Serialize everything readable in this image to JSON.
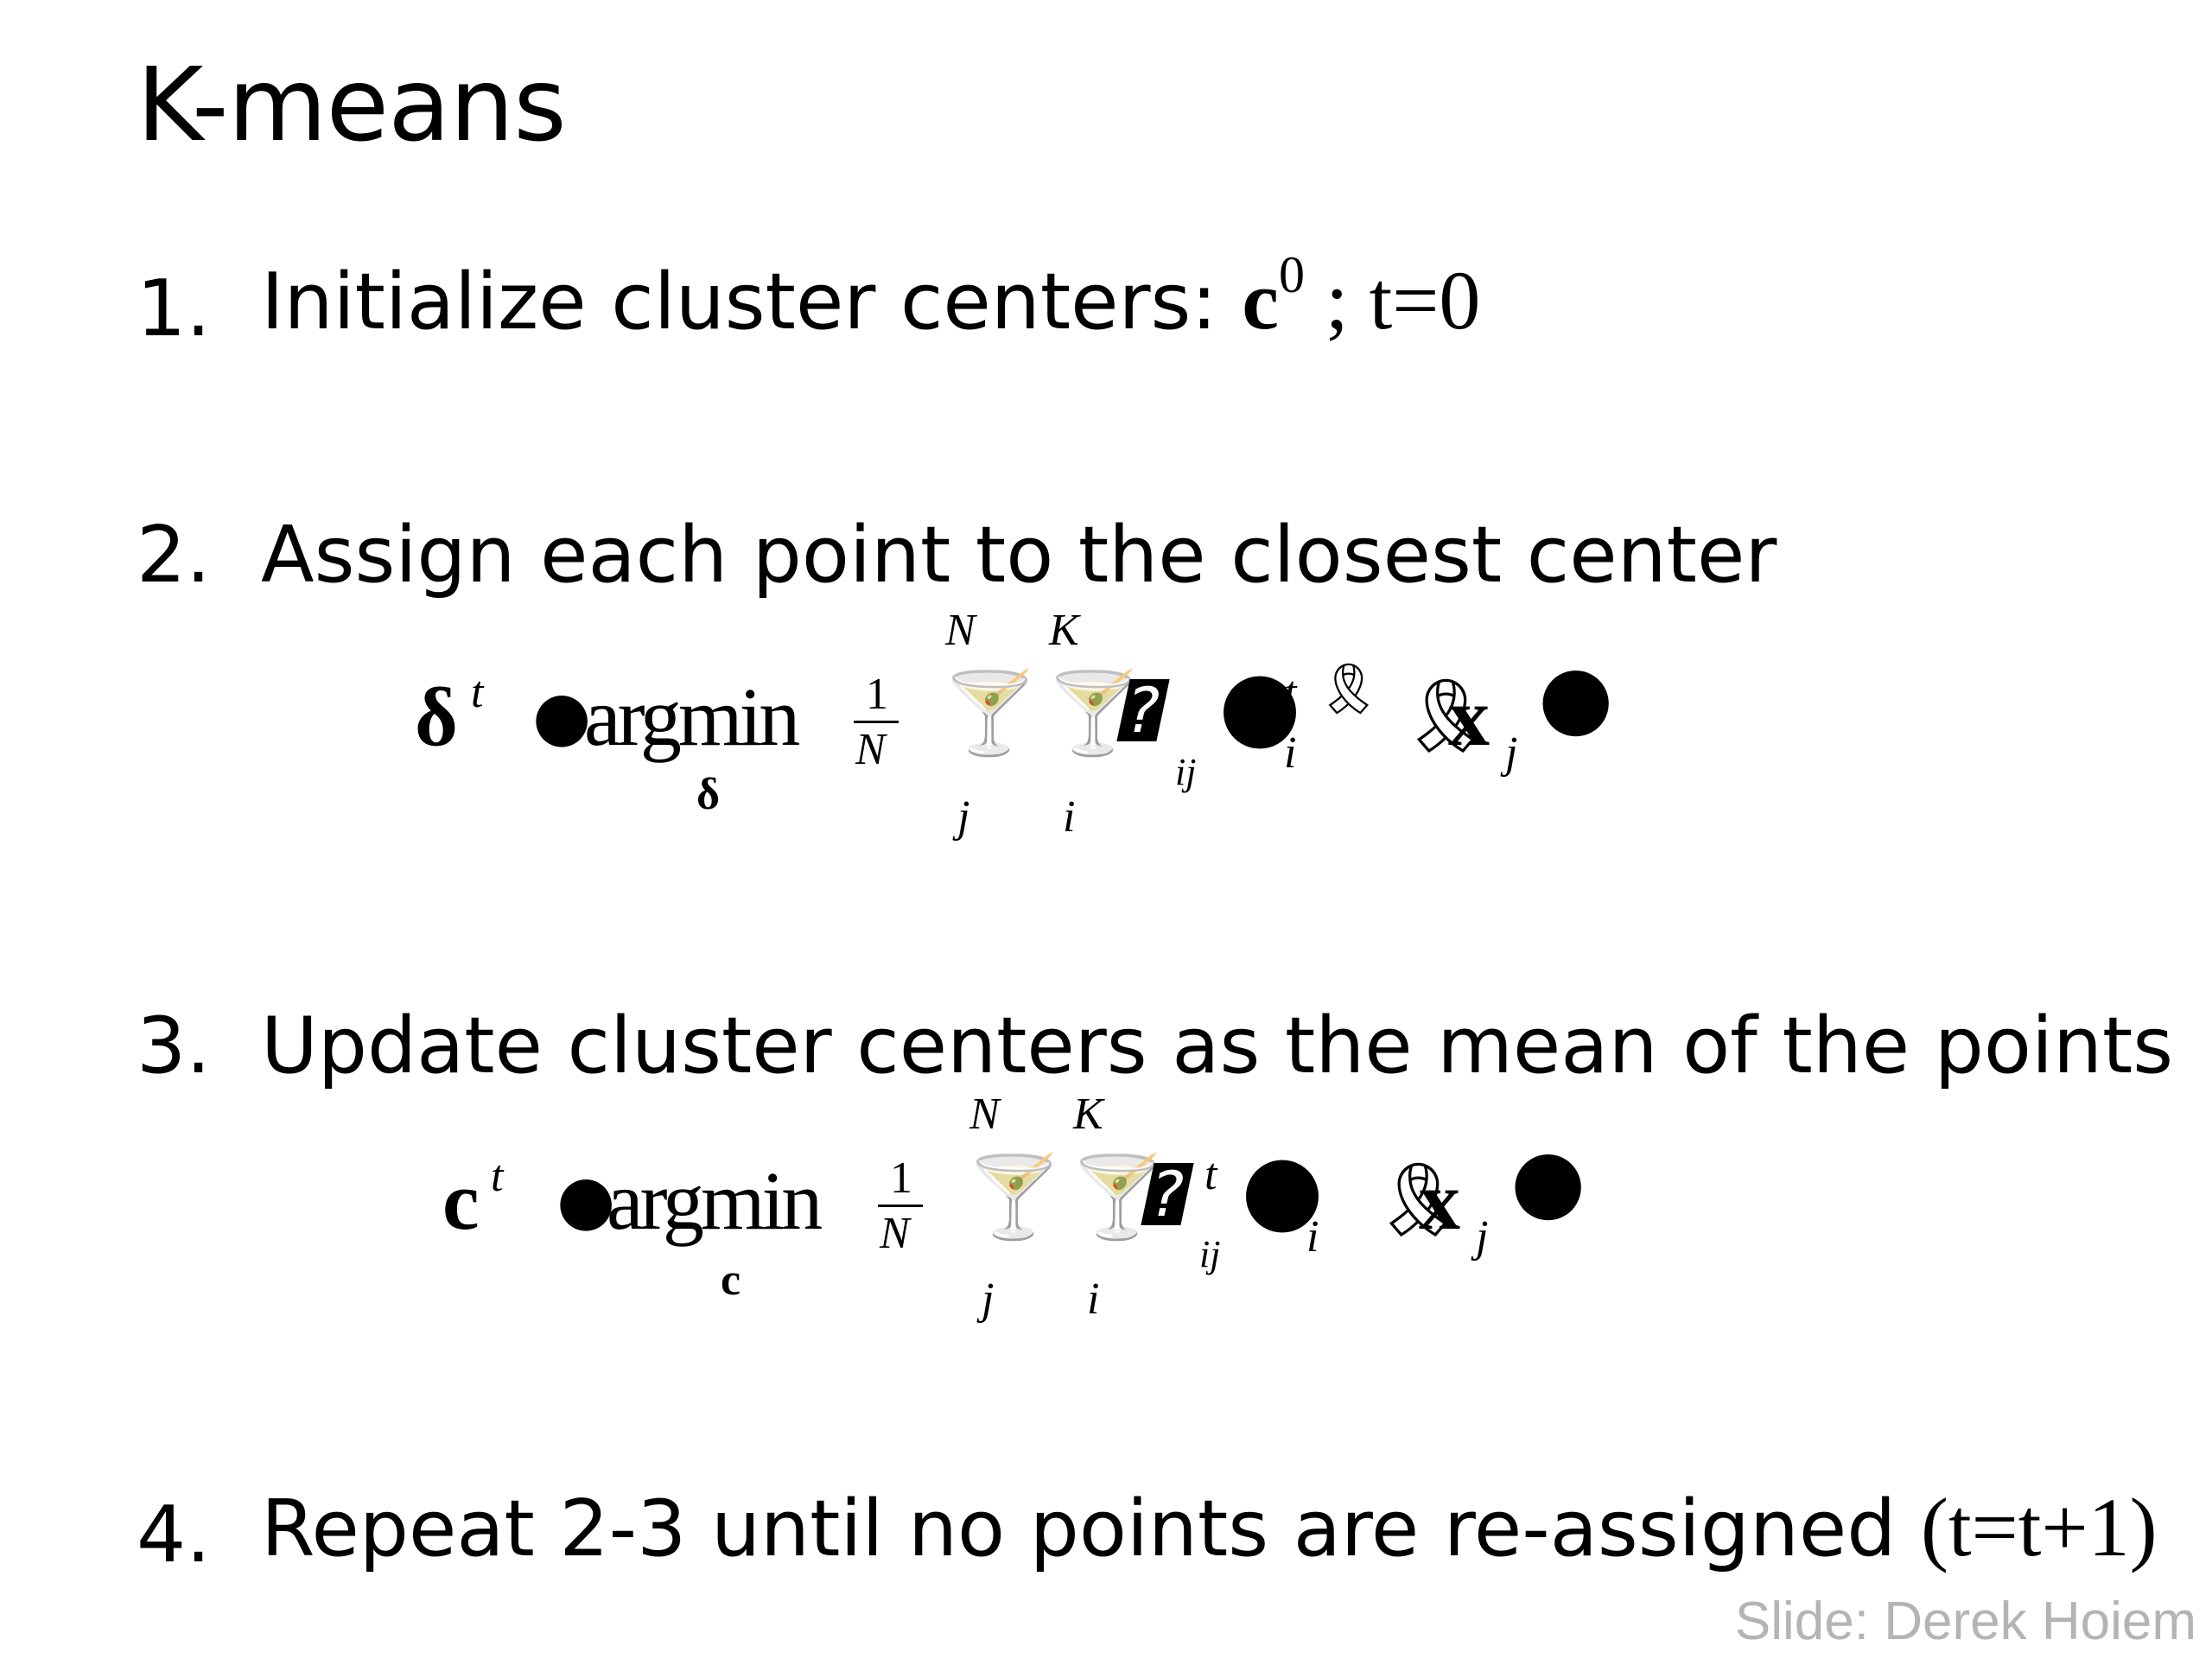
{
  "slide": {
    "title": "K-means",
    "credit": "Slide: Derek Hoiem"
  },
  "steps": [
    {
      "number": "1.",
      "text": "Initialize cluster centers: ",
      "math_bold": "c",
      "math_sup": "0",
      "math_rest": " ; t=0"
    },
    {
      "number": "2.",
      "text": "Assign each point to the closest center"
    },
    {
      "number": "3.",
      "text": "Update cluster centers as the mean of the points"
    },
    {
      "number": "4.",
      "text": "Repeat 2-3 until no points are re-assigned ",
      "math_rest": "(t=t+1)"
    }
  ],
  "formula_assign": {
    "lhs": "δ",
    "lhs_sup": "t",
    "op": "argmin",
    "op_sub": "δ",
    "frac_num": "1",
    "frac_den": "N",
    "sum1_top": "N",
    "sum1_bottom": "j",
    "sum2_top": "K",
    "sum2_bottom": "i",
    "delta_sub": "ij",
    "c_sup": "t",
    "c_sub": "i",
    "x": "x",
    "x_sub": "j"
  },
  "formula_update": {
    "lhs": "c",
    "lhs_sup": "t",
    "op": "argmin",
    "op_sub": "c",
    "frac_num": "1",
    "frac_den": "N",
    "sum1_top": "N",
    "sum1_bottom": "j",
    "sum2_top": "K",
    "sum2_bottom": "i",
    "delta_sup": "t",
    "delta_sub": "ij",
    "c_sub": "i",
    "x": "x",
    "x_sub": "j"
  },
  "icons": {
    "sum_glyph": "martini-glass-icon",
    "equals_glyph": "filled-circle-icon",
    "delta_glyph": "question-box-icon",
    "paren_left": "left-blob-icon",
    "paren_right": "right-blob-icon",
    "minus_glyph": "ribbon-icon"
  }
}
